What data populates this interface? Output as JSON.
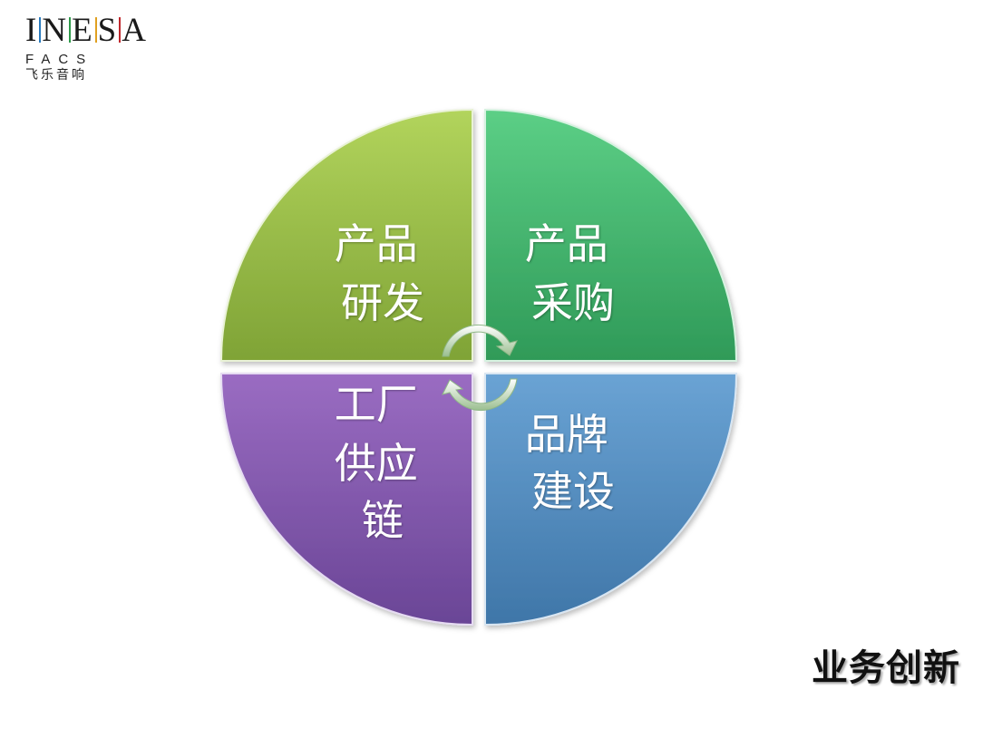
{
  "logo": {
    "letters": [
      "I",
      "N",
      "E",
      "S",
      "A"
    ],
    "marker_colors": [
      "#2a7bbd",
      "#2e9a4a",
      "#e0a020",
      "#c0282d"
    ],
    "sub": "FACS",
    "cn": "飞乐音响"
  },
  "quadrants": [
    {
      "id": "top-left",
      "lines": [
        "产品",
        "研发"
      ],
      "color_light": "#b2d45c",
      "color_dark": "#7fa336"
    },
    {
      "id": "top-right",
      "lines": [
        "产品",
        "采购"
      ],
      "color_light": "#5ccf86",
      "color_dark": "#2f9a58"
    },
    {
      "id": "bottom-left",
      "lines": [
        "工厂",
        "供应",
        "链"
      ],
      "color_light": "#9a6cc2",
      "color_dark": "#6a4596"
    },
    {
      "id": "bottom-right",
      "lines": [
        "品牌",
        "建设"
      ],
      "color_light": "#6aa3d4",
      "color_dark": "#3f76a8"
    }
  ],
  "caption": "业务创新"
}
